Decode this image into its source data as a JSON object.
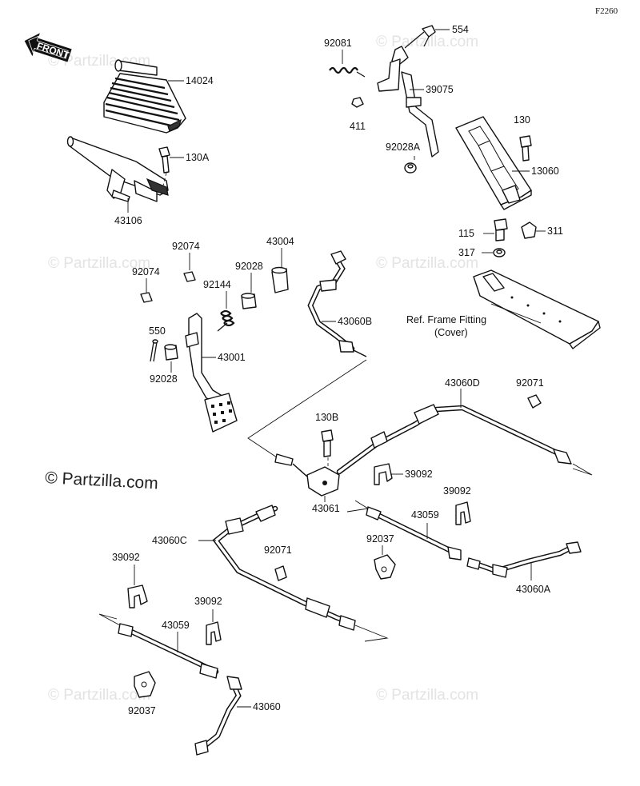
{
  "figure_code": "F2260",
  "front_label": "FRONT",
  "brand_mark": "© Partzilla.com",
  "watermark": "© Partzilla.com",
  "reference_note": {
    "line1": "Ref. Frame Fitting",
    "line2": "(Cover)"
  },
  "parts": {
    "p554": "554",
    "p92081": "92081",
    "p39075": "39075",
    "p411": "411",
    "p92028A": "92028A",
    "p130": "130",
    "p13060": "13060",
    "p14024": "14024",
    "p130A": "130A",
    "p43106": "43106",
    "p115": "115",
    "p311": "311",
    "p317": "317",
    "p92074a": "92074",
    "p92074b": "92074",
    "p43004": "43004",
    "p92028a": "92028",
    "p92144": "92144",
    "p43060B": "43060B",
    "p550": "550",
    "p43001": "43001",
    "p92028b": "92028",
    "p43060D": "43060D",
    "p92071a": "92071",
    "p130B": "130B",
    "p39092a": "39092",
    "p39092b": "39092",
    "p43061": "43061",
    "p43059a": "43059",
    "p43060C": "43060C",
    "p92071b": "92071",
    "p92037a": "92037",
    "p39092c": "39092",
    "p43060A": "43060A",
    "p39092d": "39092",
    "p43059b": "43059",
    "p92037b": "92037",
    "p43060": "43060"
  }
}
